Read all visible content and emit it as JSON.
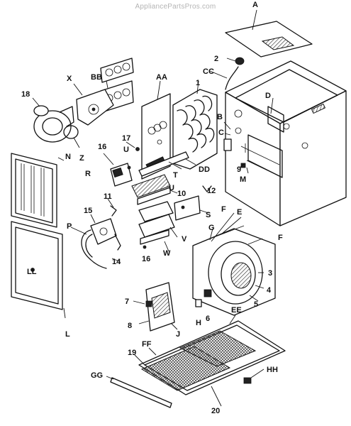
{
  "watermark": "AppliancePartsPros.com",
  "callouts": [
    "A",
    "2",
    "CC",
    "AA",
    "BB",
    "X",
    "18",
    "Z",
    "1",
    "D",
    "B",
    "C",
    "17",
    "16",
    "U",
    "R",
    "T",
    "DD",
    "9",
    "M",
    "N",
    "11",
    "10",
    "U",
    "12",
    "15",
    "S",
    "F",
    "E",
    "P",
    "G",
    "F",
    "V",
    "W",
    "16",
    "14",
    "LL",
    "3",
    "4",
    "5",
    "7",
    "6",
    "H",
    "8",
    "J",
    "L",
    "EE",
    "FF",
    "19",
    "HH",
    "GG",
    "20"
  ],
  "icons": [
    "furnace-cabinet",
    "top-panel",
    "limit-switch",
    "gasket",
    "blower-motor",
    "inducer-assembly",
    "burner-rack",
    "manifold",
    "gas-valve",
    "filter",
    "control-board",
    "door-panel",
    "blower-housing"
  ]
}
